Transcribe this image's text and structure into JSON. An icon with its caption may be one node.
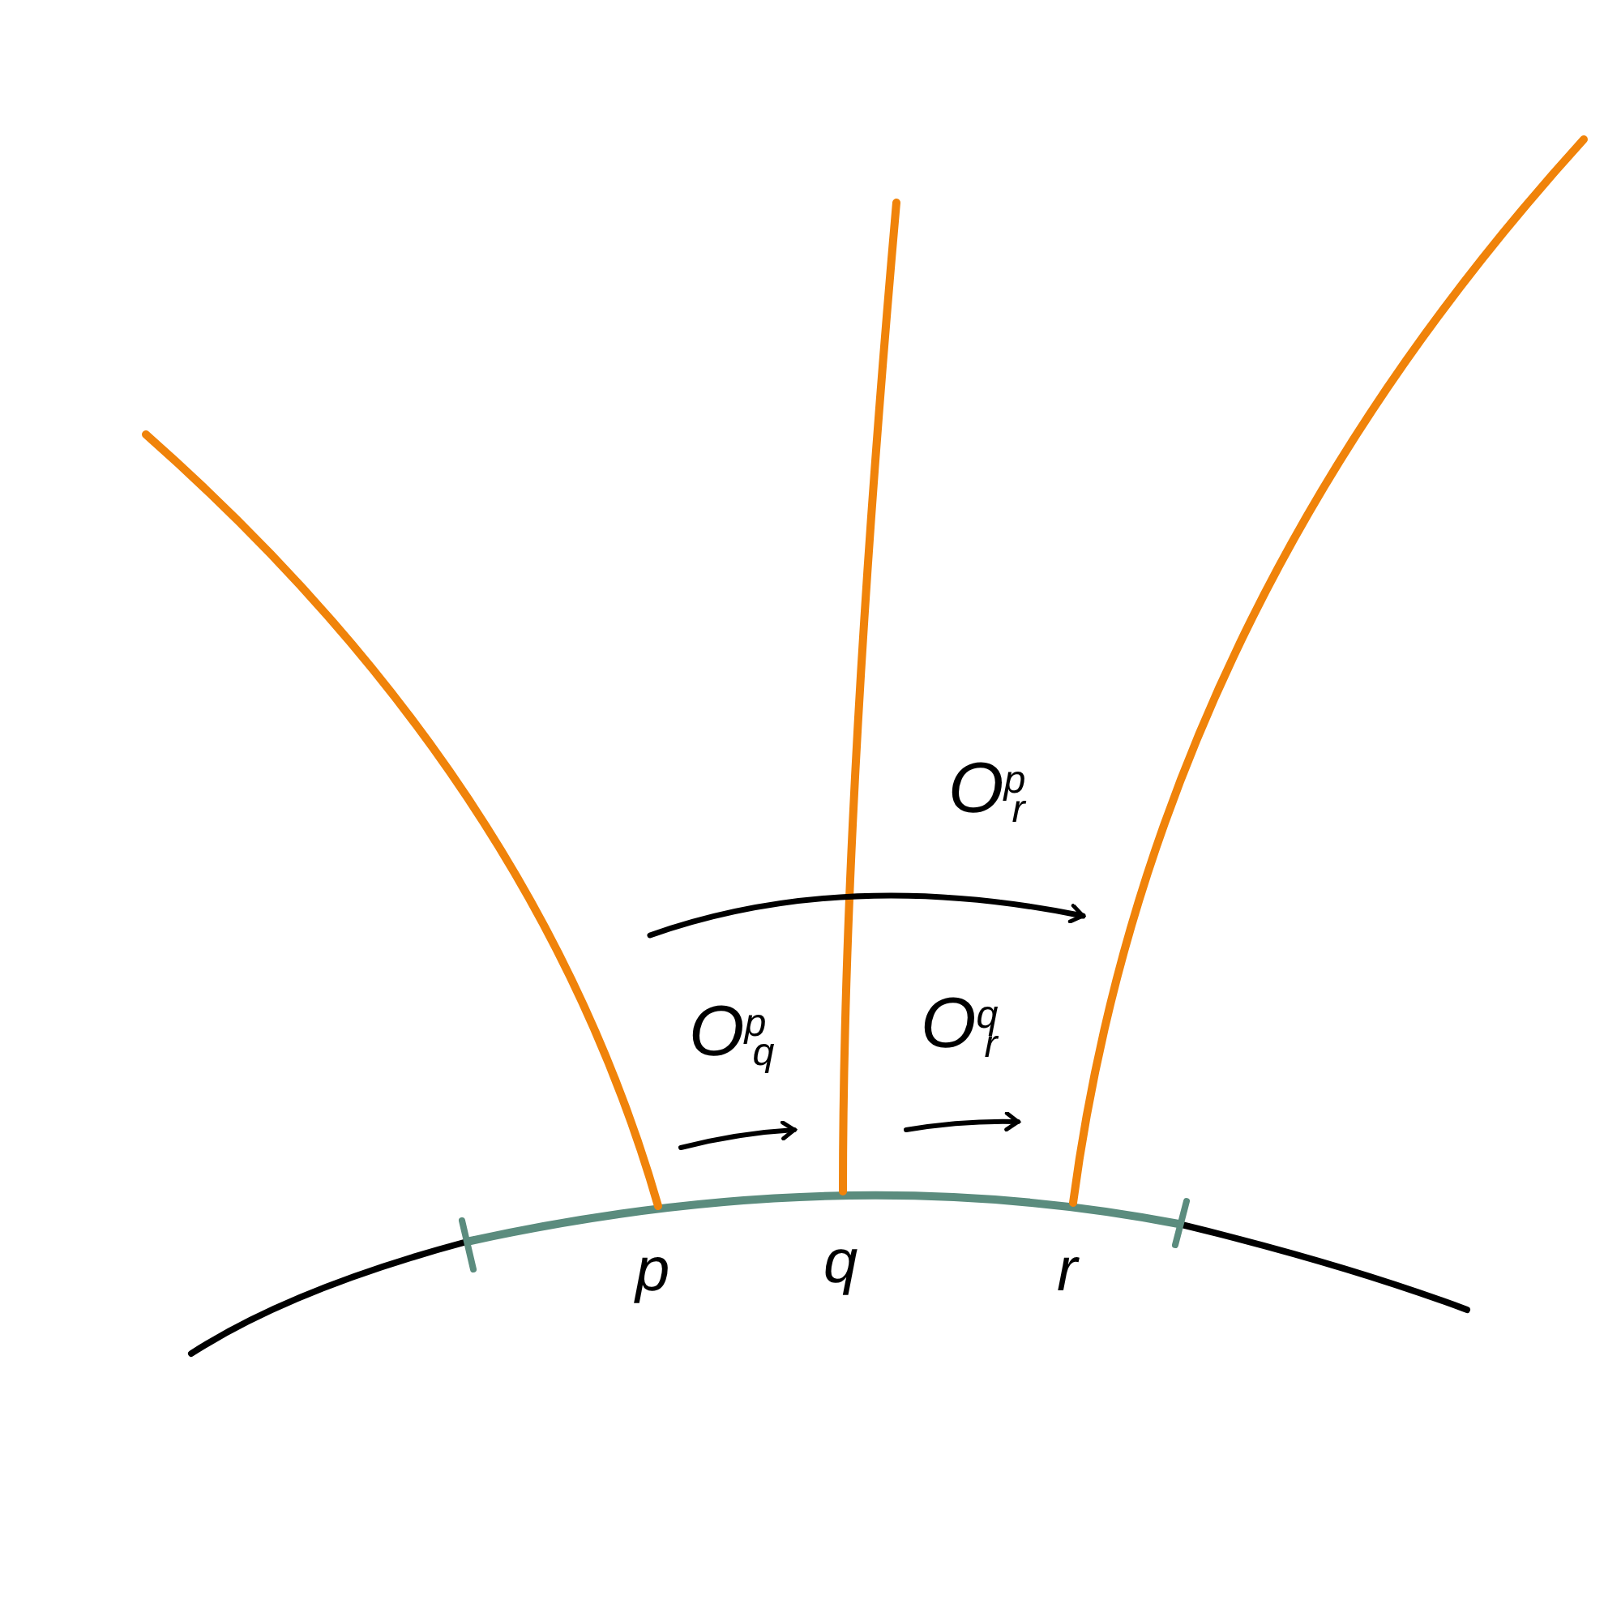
{
  "diagram": {
    "labels": [
      "O$^{p}$$_{r}$",
      "O$^{p}$$_{q}$",
      "O$^{q}$$_{r}$",
      "p",
      "q",
      "r"
    ]
  }
}
